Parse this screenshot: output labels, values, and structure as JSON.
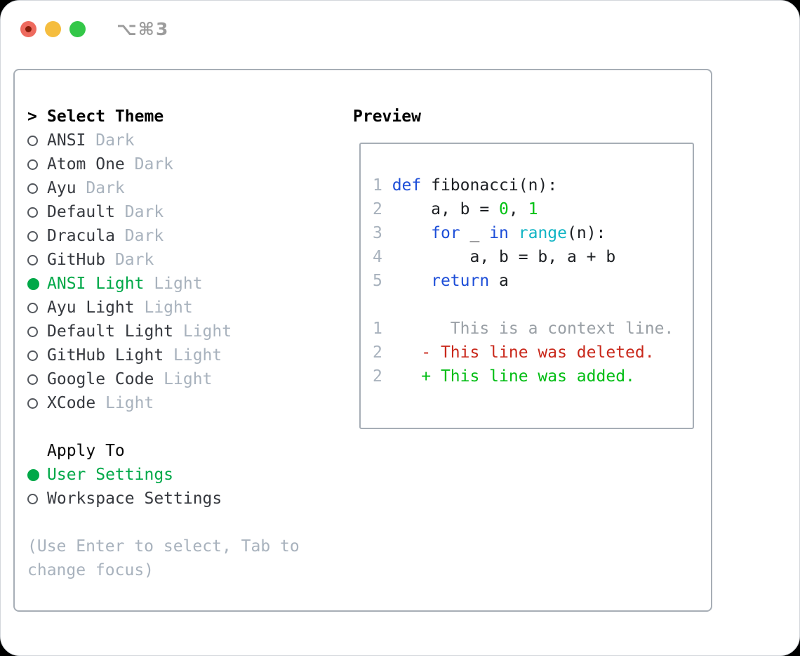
{
  "window": {
    "title": "⌥⌘3",
    "traffic_lights": [
      "close",
      "minimize",
      "zoom"
    ]
  },
  "theme_panel": {
    "header_marker": ">",
    "header": "Select Theme",
    "items": [
      {
        "name": "ANSI",
        "tag": "Dark",
        "selected": false
      },
      {
        "name": "Atom One",
        "tag": "Dark",
        "selected": false
      },
      {
        "name": "Ayu",
        "tag": "Dark",
        "selected": false
      },
      {
        "name": "Default",
        "tag": "Dark",
        "selected": false
      },
      {
        "name": "Dracula",
        "tag": "Dark",
        "selected": false
      },
      {
        "name": "GitHub",
        "tag": "Dark",
        "selected": false
      },
      {
        "name": "ANSI Light",
        "tag": "Light",
        "selected": true
      },
      {
        "name": "Ayu Light",
        "tag": "Light",
        "selected": false
      },
      {
        "name": "Default Light",
        "tag": "Light",
        "selected": false
      },
      {
        "name": "GitHub Light",
        "tag": "Light",
        "selected": false
      },
      {
        "name": "Google Code",
        "tag": "Light",
        "selected": false
      },
      {
        "name": "XCode",
        "tag": "Light",
        "selected": false
      }
    ],
    "apply_to": {
      "header": "Apply To",
      "options": [
        {
          "name": "User Settings",
          "selected": true
        },
        {
          "name": "Workspace Settings",
          "selected": false
        }
      ]
    },
    "hint_lines": [
      "(Use Enter to select, Tab to",
      "change focus)"
    ]
  },
  "preview": {
    "header": "Preview",
    "code_lines": [
      [
        {
          "t": "1 ",
          "c": "ln"
        },
        {
          "t": "def",
          "c": "kw"
        },
        {
          "t": " fibonacci(n):",
          "c": "plain"
        }
      ],
      [
        {
          "t": "2 ",
          "c": "ln"
        },
        {
          "t": "    a, b = ",
          "c": "plain"
        },
        {
          "t": "0",
          "c": "num"
        },
        {
          "t": ", ",
          "c": "plain"
        },
        {
          "t": "1",
          "c": "num"
        }
      ],
      [
        {
          "t": "3 ",
          "c": "ln"
        },
        {
          "t": "    ",
          "c": "plain"
        },
        {
          "t": "for",
          "c": "kw"
        },
        {
          "t": " _ ",
          "c": "plain"
        },
        {
          "t": "in",
          "c": "kw"
        },
        {
          "t": " ",
          "c": "plain"
        },
        {
          "t": "range",
          "c": "builtin"
        },
        {
          "t": "(n):",
          "c": "plain"
        }
      ],
      [
        {
          "t": "4 ",
          "c": "ln"
        },
        {
          "t": "        a, b = b, a + b",
          "c": "plain"
        }
      ],
      [
        {
          "t": "5 ",
          "c": "ln"
        },
        {
          "t": "    ",
          "c": "plain"
        },
        {
          "t": "return",
          "c": "kw"
        },
        {
          "t": " a",
          "c": "plain"
        }
      ]
    ],
    "diff_lines": [
      [
        {
          "t": "1 ",
          "c": "ln"
        },
        {
          "t": "      This is a context line.",
          "c": "ctx"
        }
      ],
      [
        {
          "t": "2 ",
          "c": "ln"
        },
        {
          "t": "   - This line was deleted.",
          "c": "del"
        }
      ],
      [
        {
          "t": "2 ",
          "c": "ln"
        },
        {
          "t": "   + This line was added.",
          "c": "add"
        }
      ]
    ]
  },
  "colors": {
    "panel_border": "#a7aeb6",
    "title_gray": "#9c9c9c",
    "traffic_red": "#ee6a5e",
    "traffic_red_dot": "#871d0a",
    "traffic_yellow": "#f5bd3f",
    "traffic_green": "#33c748",
    "green_selected": "#00a848",
    "item_text": "#36393f",
    "tag_gray": "#a8b2bd",
    "circle_outline": "#54585e",
    "hint_gray": "#a8b2bd",
    "line_number": "#a8b2bd",
    "code_plain": "#1c1f23",
    "code_keyword": "#1d4ed8",
    "code_builtin": "#10b4c4",
    "code_number": "#00c213",
    "diff_context": "#9aa0a6",
    "diff_deleted": "#c9281b",
    "diff_added": "#00bd13"
  }
}
